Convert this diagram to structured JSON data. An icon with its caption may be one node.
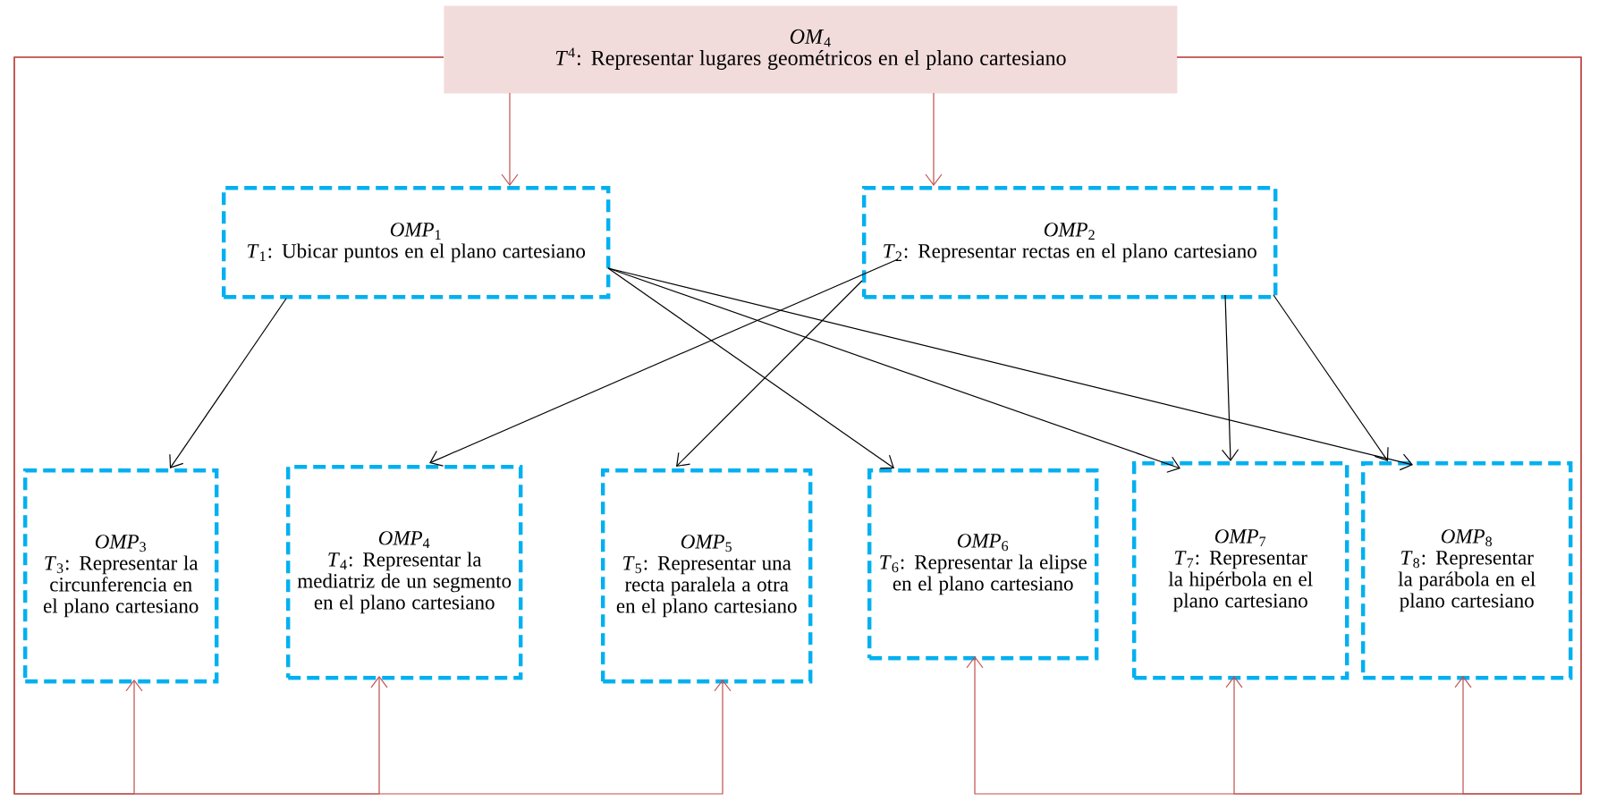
{
  "diagram": {
    "nodes": [
      {
        "text": [
          "*OM*$_{4}$",
          "*T*$^{4}$: Representar lugares geométricos en el plano cartesiano"
        ]
      },
      {
        "text": [
          "*OMP*$_{1}$",
          "*T*$_{1}$: Ubicar puntos en el plano cartesiano"
        ]
      },
      {
        "text": [
          "*OMP*$_{2}$",
          "*T*$_{2}$: Representar rectas en el plano cartesiano"
        ]
      },
      {
        "text": [
          "*OMP*$_{3}$",
          "*T*$_{3}$: Representar la circunferencia en el plano cartesiano"
        ]
      },
      {
        "text": [
          "*OMP*$_{4}$",
          "*T*$_{4}$: Representar la mediatriz de un segmento en el plano cartesiano"
        ]
      },
      {
        "text": [
          "*OMP*$_{5}$",
          "*T*$_{5}$: Representar una recta paralela a otra en el plano cartesiano"
        ]
      },
      {
        "text": [
          "*OMP*$_{6}$",
          "*T*$_{6}$: Representar la elipse en el plano cartesiano"
        ]
      },
      {
        "text": [
          "*OMP*$_{7}$",
          "*T*$_{7}$: Representar la hipérbola en el plano cartesiano"
        ]
      },
      {
        "text": [
          "*OMP*$_{8}$",
          "*T*$_{8}$: Representar la parábola en el plano cartesiano"
        ]
      }
    ],
    "edges": [
      {
        "from": 0,
        "to": 1,
        "arrow": "to",
        "color": "#c0504d"
      },
      {
        "from": 0,
        "to": 2,
        "arrow": "to",
        "color": "#c0504d"
      },
      {
        "from": 1,
        "to": 3,
        "arrow": "to",
        "color": "#000000"
      },
      {
        "from": 1,
        "to": 6,
        "arrow": "to",
        "color": "#000000"
      },
      {
        "from": 1,
        "to": 7,
        "arrow": "to",
        "color": "#000000"
      },
      {
        "from": 1,
        "to": 8,
        "arrow": "to",
        "color": "#000000"
      },
      {
        "from": 2,
        "to": 4,
        "arrow": "to",
        "color": "#000000"
      },
      {
        "from": 2,
        "to": 5,
        "arrow": "to",
        "color": "#000000"
      },
      {
        "from": 2,
        "to": 7,
        "arrow": "to",
        "color": "#000000"
      },
      {
        "from": 2,
        "to": 8,
        "arrow": "to",
        "color": "#000000"
      },
      {
        "from": 0,
        "to": 3,
        "arrow": "to",
        "color": "#c0504d"
      },
      {
        "from": 0,
        "to": 4,
        "arrow": "to",
        "color": "#c0504d"
      },
      {
        "from": 0,
        "to": 5,
        "arrow": "to",
        "color": "#c0504d"
      },
      {
        "from": 0,
        "to": 6,
        "arrow": "to",
        "color": "#c0504d"
      },
      {
        "from": 0,
        "to": 7,
        "arrow": "to",
        "color": "#c0504d"
      },
      {
        "from": 0,
        "to": 8,
        "arrow": "to",
        "color": "#c0504d"
      }
    ]
  }
}
